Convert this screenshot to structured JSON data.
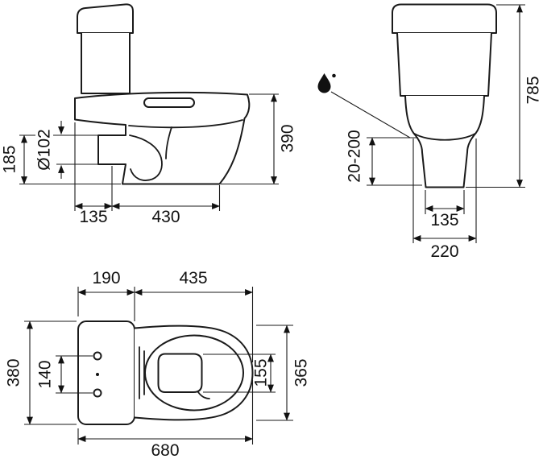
{
  "side_view": {
    "outlet_diameter": "Ø102",
    "outlet_height": "185",
    "bowl_height": "390",
    "outlet_setout": "135",
    "base_depth": "430"
  },
  "front_view": {
    "total_height": "785",
    "inlet_height_range": "20-200",
    "base_width": "135",
    "body_width": "220"
  },
  "plan_view": {
    "cistern_depth": "190",
    "pan_length": "435",
    "cistern_width": "380",
    "fixing_centres": "140",
    "bowl_opening_width": "155",
    "pan_width": "365",
    "overall_length": "680"
  }
}
